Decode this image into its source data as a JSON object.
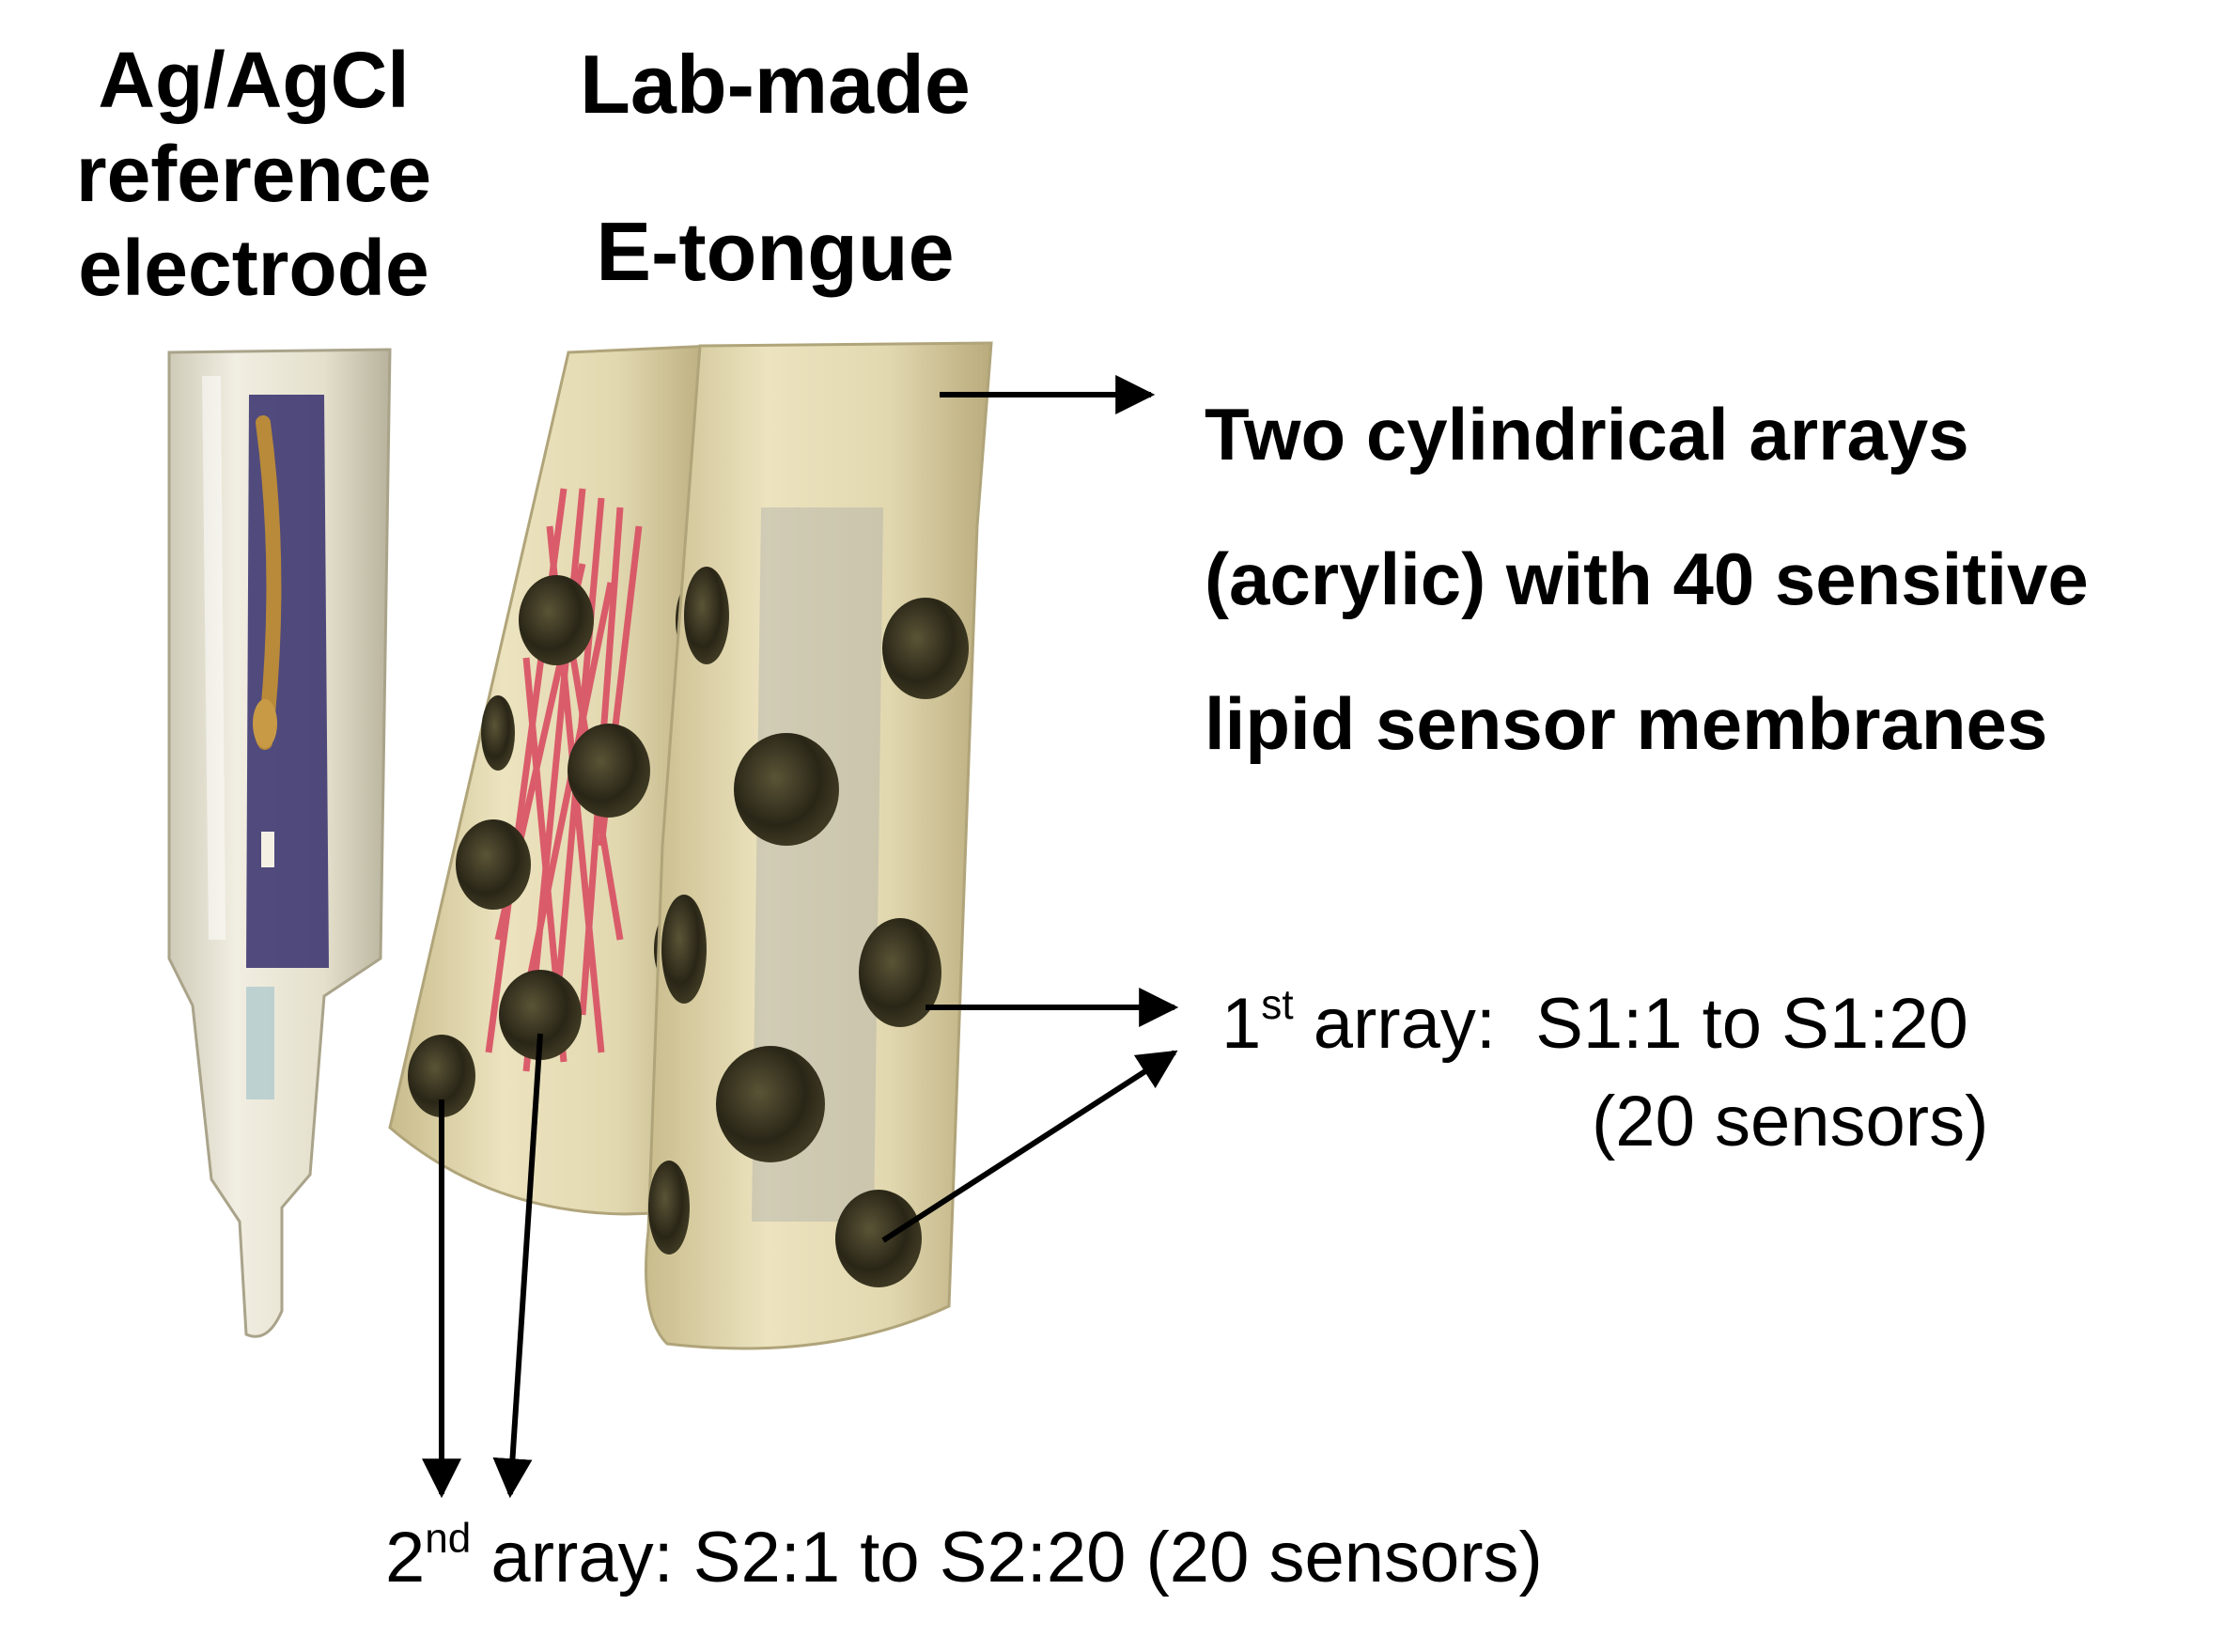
{
  "labels": {
    "reference": [
      "Ag/AgCl",
      "reference",
      "electrode"
    ],
    "etongue": [
      "Lab-made",
      "E-tongue"
    ],
    "description": [
      "Two cylindrical arrays",
      "(acrylic) with 40 sensitive",
      "lipid sensor membranes"
    ],
    "array1": {
      "ordinal_num": "1",
      "ordinal_suffix": "st",
      "text": " array:  S1:1 to S1:20",
      "count": "(20 sensors)"
    },
    "array2": {
      "ordinal_num": "2",
      "ordinal_suffix": "nd",
      "text": " array: S2:1 to S2:20 (20 sensors)"
    }
  },
  "colors": {
    "acrylic": "#e6dcb4",
    "acrylic_dark": "#bfb286",
    "membrane": "#2e2a1c",
    "wires": "#d8465e",
    "electrolyte": "#3a3370",
    "arrow": "#000000"
  }
}
